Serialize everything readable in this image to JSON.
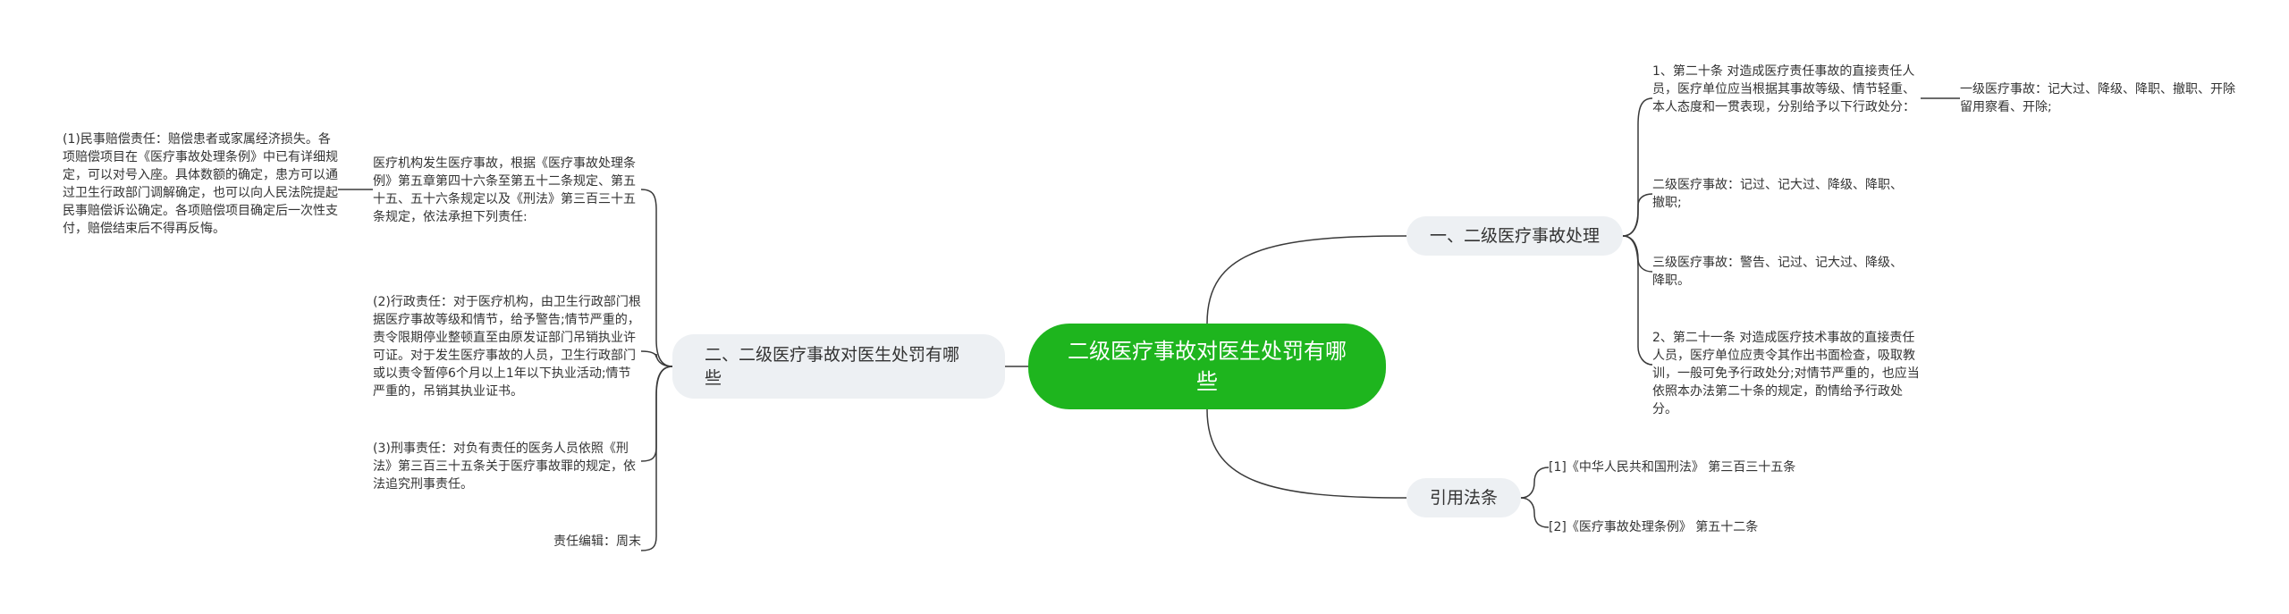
{
  "root": {
    "title": "二级医疗事故对医生处罚有哪些"
  },
  "right_branches": [
    {
      "label": "一、二级医疗事故处理",
      "children": [
        {
          "text": "1、第二十条 对造成医疗责任事故的直接责任人员，医疗单位应当根据其事故等级、情节轻重、本人态度和一贯表现，分别给予以下行政处分：",
          "sub": "一级医疗事故：记大过、降级、降职、撤职、开除留用察看、开除;"
        },
        {
          "text": "二级医疗事故：记过、记大过、降级、降职、撤职;"
        },
        {
          "text": "三级医疗事故：警告、记过、记大过、降级、降职。"
        },
        {
          "text": "2、第二十一条 对造成医疗技术事故的直接责任人员，医疗单位应责令其作出书面检查，吸取教训，一般可免予行政处分;对情节严重的，也应当依照本办法第二十条的规定，酌情给予行政处分。"
        }
      ]
    },
    {
      "label": "引用法条",
      "children": [
        {
          "text": "[1]《中华人民共和国刑法》 第三百三十五条"
        },
        {
          "text": "[2]《医疗事故处理条例》 第五十二条"
        }
      ]
    }
  ],
  "left_branch": {
    "label": "二、二级医疗事故对医生处罚有哪些",
    "children": [
      {
        "text": "医疗机构发生医疗事故，根据《医疗事故处理条例》第五章第四十六条至第五十二条规定、第五十五、五十六条规定以及《刑法》第三百三十五条规定，依法承担下列责任:",
        "sub": "(1)民事赔偿责任：赔偿患者或家属经济损失。各项赔偿项目在《医疗事故处理条例》中已有详细规定，可以对号入座。具体数额的确定，患方可以通过卫生行政部门调解确定，也可以向人民法院提起民事赔偿诉讼确定。各项赔偿项目确定后一次性支付，赔偿结束后不得再反悔。"
      },
      {
        "text": "(2)行政责任：对于医疗机构，由卫生行政部门根据医疗事故等级和情节，给予警告;情节严重的，责令限期停业整顿直至由原发证部门吊销执业许可证。对于发生医疗事故的人员，卫生行政部门或以责令暂停6个月以上1年以下执业活动;情节严重的，吊销其执业证书。"
      },
      {
        "text": "(3)刑事责任：对负有责任的医务人员依照《刑法》第三百三十五条关于医疗事故罪的规定，依法追究刑事责任。"
      },
      {
        "text": "责任编辑：周末"
      }
    ]
  },
  "colors": {
    "root_bg": "#1eb51e",
    "root_text": "#ffffff",
    "branch_bg": "#edf0f3",
    "line": "#3a3a3a"
  }
}
